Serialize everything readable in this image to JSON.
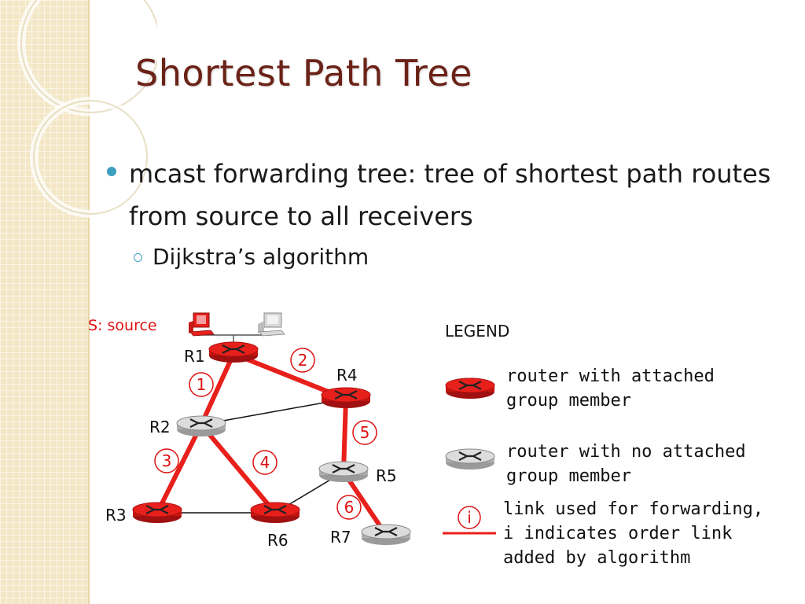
{
  "title": "Shortest Path Tree",
  "bullet": {
    "text": "mcast forwarding tree: tree of shortest path routes from source to all receivers",
    "sub": "Dijkstra’s algorithm"
  },
  "diagram": {
    "source_label": "S: source",
    "routers": {
      "r1": "R1",
      "r2": "R2",
      "r3": "R3",
      "r4": "R4",
      "r5": "R5",
      "r6": "R6",
      "r7": "R7"
    },
    "order": [
      "1",
      "2",
      "3",
      "4",
      "5",
      "6"
    ],
    "colors": {
      "active": "#e8201c",
      "idle": "#c8c8c8",
      "order": "#d11111"
    }
  },
  "legend": {
    "title": "LEGEND",
    "member_line1": "router with attached",
    "member_line2": "group member",
    "nomember_line1": "router with no attached",
    "nomember_line2": "group member",
    "link_symbol": "i",
    "link_line1": "link used for forwarding,",
    "link_line2": "i indicates order link",
    "link_line3": "added by algorithm"
  }
}
